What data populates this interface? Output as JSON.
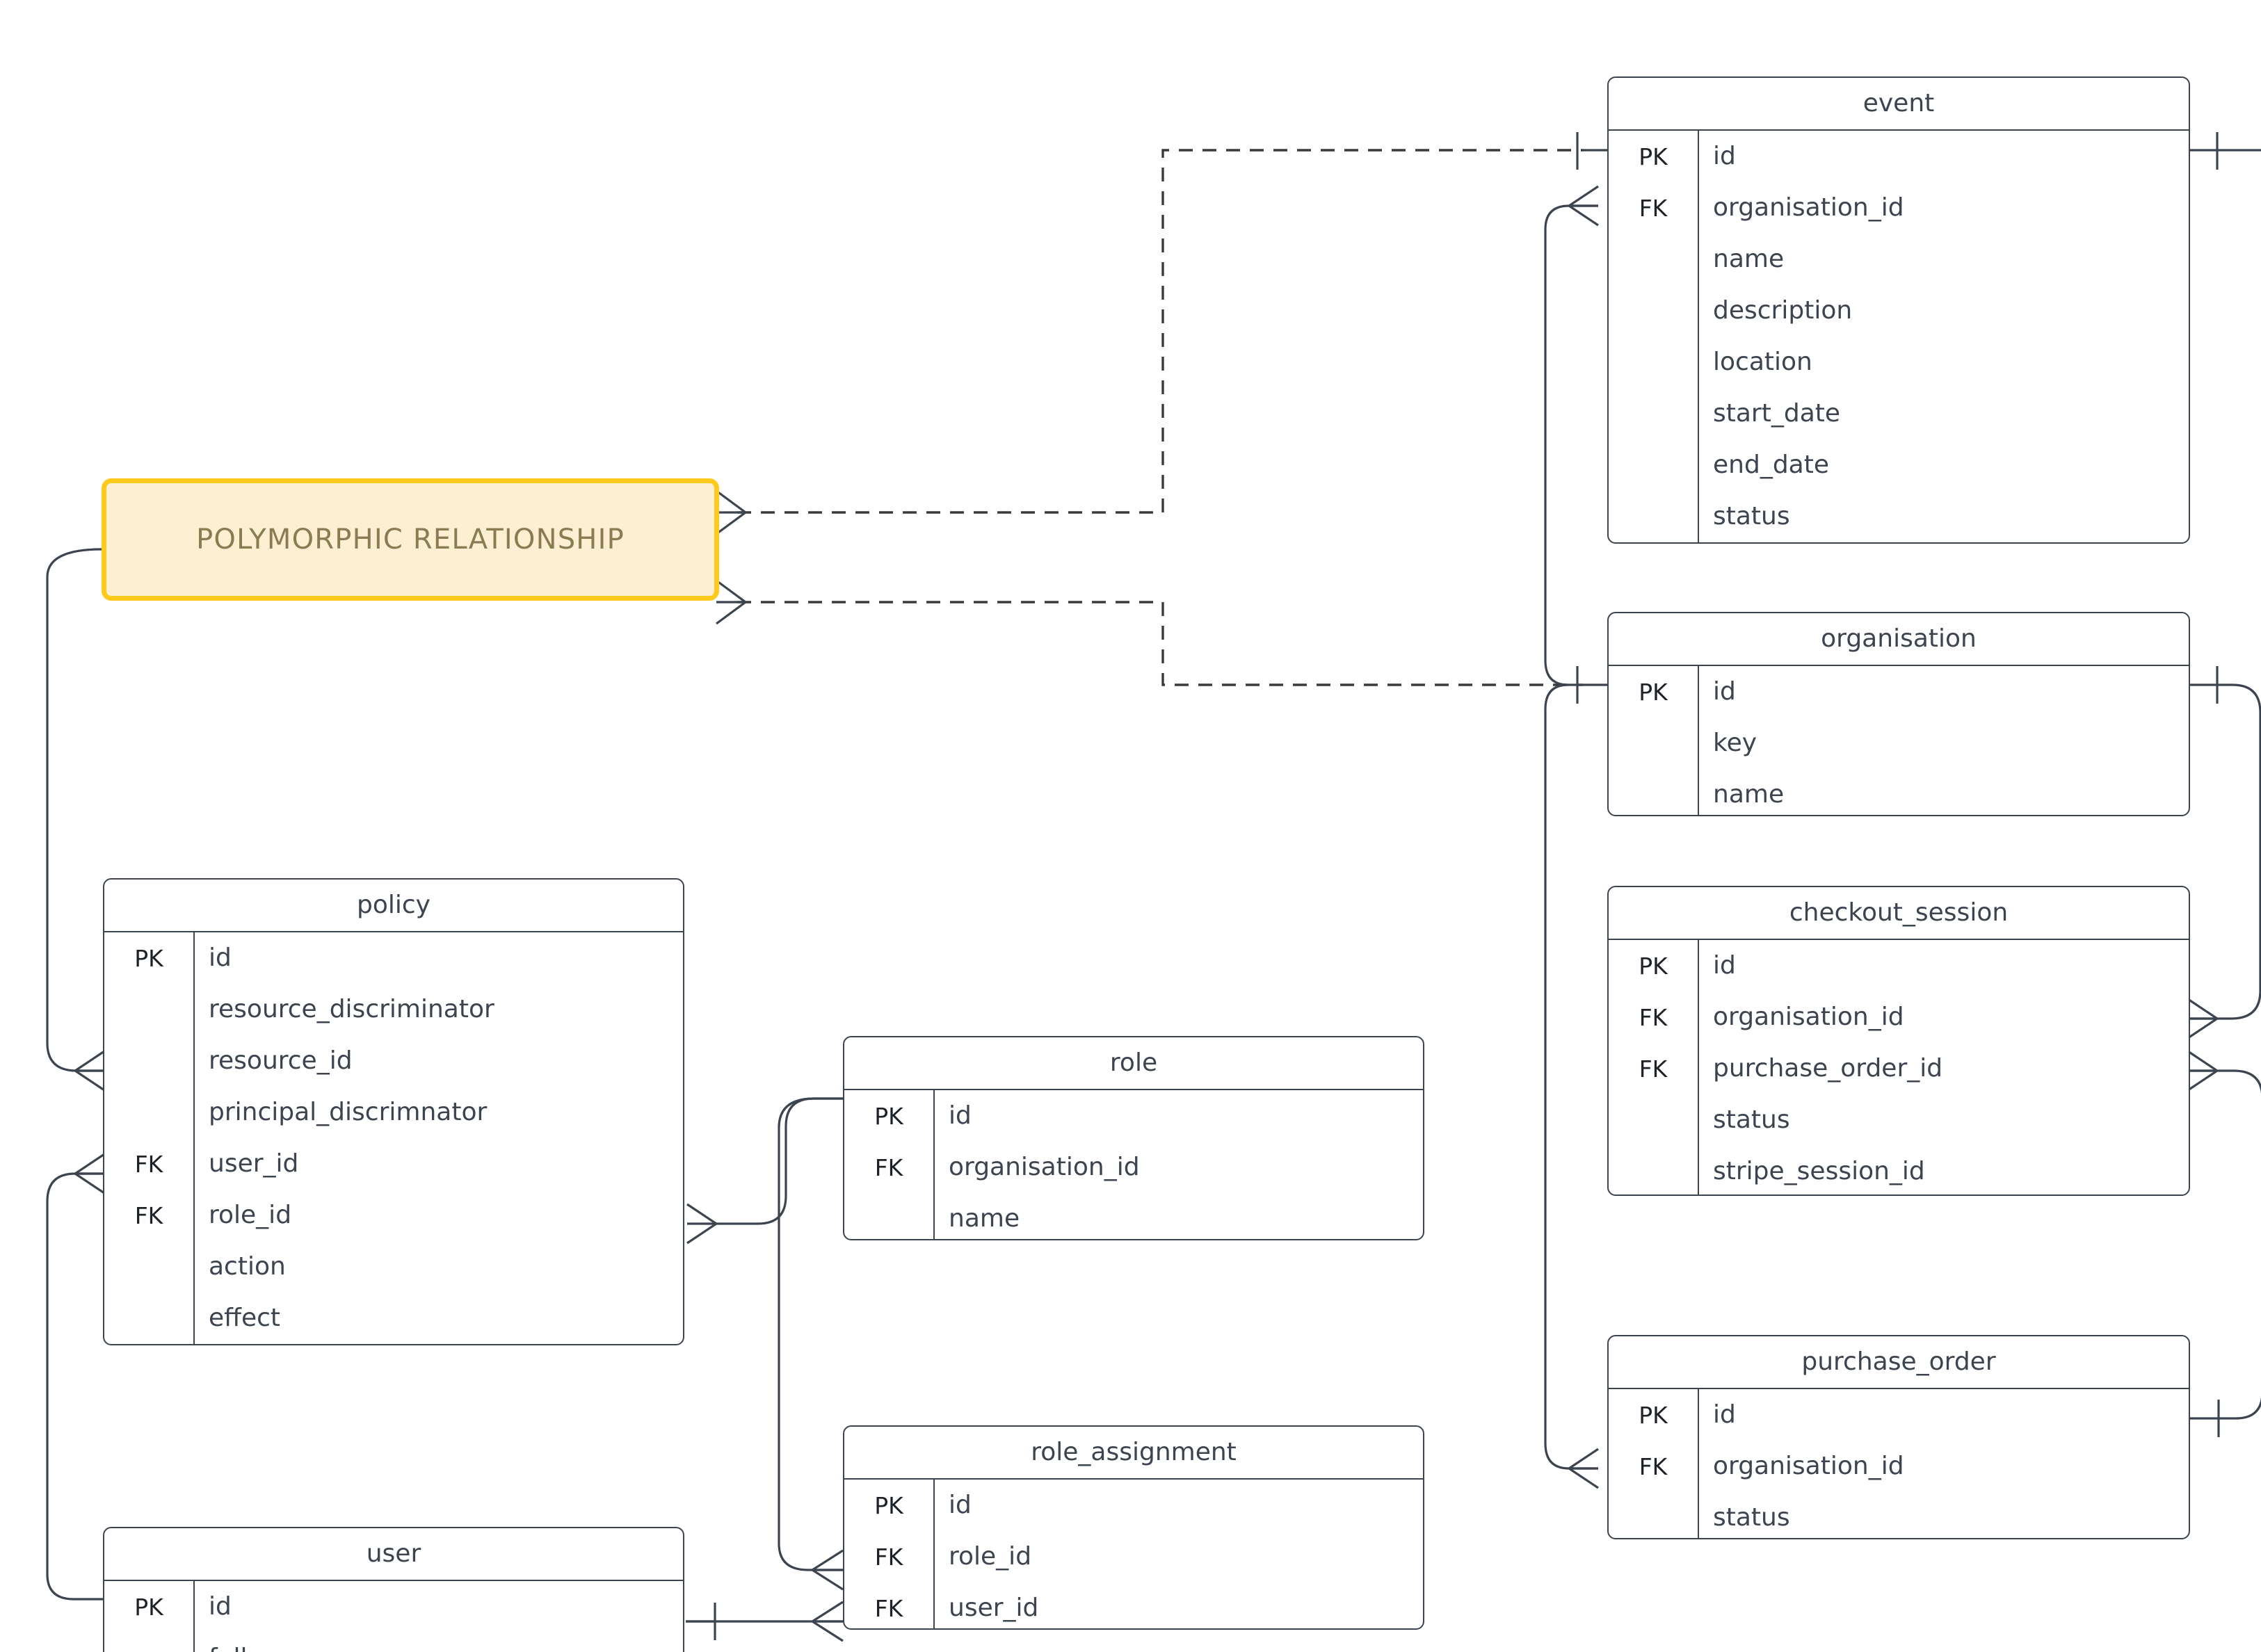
{
  "diagram": {
    "type": "entity-relationship-diagram",
    "notation": "crow's-foot",
    "background": "#ffffff",
    "line_color": "#3c4450"
  },
  "annotation": {
    "label": "POLYMORPHIC RELATIONSHIP",
    "border_color": "#ffc91e",
    "fill_color": "#fdf0d2",
    "text_color": "#8a7b52"
  },
  "entities": [
    {
      "name": "event",
      "columns": [
        {
          "key": "PK",
          "name": "id"
        },
        {
          "key": "FK",
          "name": "organisation_id"
        },
        {
          "key": "",
          "name": "name"
        },
        {
          "key": "",
          "name": "description"
        },
        {
          "key": "",
          "name": "location"
        },
        {
          "key": "",
          "name": "start_date"
        },
        {
          "key": "",
          "name": "end_date"
        },
        {
          "key": "",
          "name": "status"
        }
      ]
    },
    {
      "name": "organisation",
      "columns": [
        {
          "key": "PK",
          "name": "id"
        },
        {
          "key": "",
          "name": "key"
        },
        {
          "key": "",
          "name": "name"
        }
      ]
    },
    {
      "name": "checkout_session",
      "columns": [
        {
          "key": "PK",
          "name": "id"
        },
        {
          "key": "FK",
          "name": "organisation_id"
        },
        {
          "key": "FK",
          "name": "purchase_order_id"
        },
        {
          "key": "",
          "name": "status"
        },
        {
          "key": "",
          "name": "stripe_session_id"
        }
      ]
    },
    {
      "name": "purchase_order",
      "columns": [
        {
          "key": "PK",
          "name": "id"
        },
        {
          "key": "FK",
          "name": "organisation_id"
        },
        {
          "key": "",
          "name": "status"
        }
      ]
    },
    {
      "name": "policy",
      "columns": [
        {
          "key": "PK",
          "name": "id"
        },
        {
          "key": "",
          "name": "resource_discriminator"
        },
        {
          "key": "",
          "name": "resource_id"
        },
        {
          "key": "",
          "name": "principal_discrimnator"
        },
        {
          "key": "FK",
          "name": "user_id"
        },
        {
          "key": "FK",
          "name": "role_id"
        },
        {
          "key": "",
          "name": "action"
        },
        {
          "key": "",
          "name": "effect"
        }
      ]
    },
    {
      "name": "role",
      "columns": [
        {
          "key": "PK",
          "name": "id"
        },
        {
          "key": "FK",
          "name": "organisation_id"
        },
        {
          "key": "",
          "name": "name"
        }
      ]
    },
    {
      "name": "role_assignment",
      "columns": [
        {
          "key": "PK",
          "name": "id"
        },
        {
          "key": "FK",
          "name": "role_id"
        },
        {
          "key": "FK",
          "name": "user_id"
        }
      ]
    },
    {
      "name": "user",
      "columns": [
        {
          "key": "PK",
          "name": "id"
        },
        {
          "key": "",
          "name": "full_name"
        }
      ]
    }
  ]
}
